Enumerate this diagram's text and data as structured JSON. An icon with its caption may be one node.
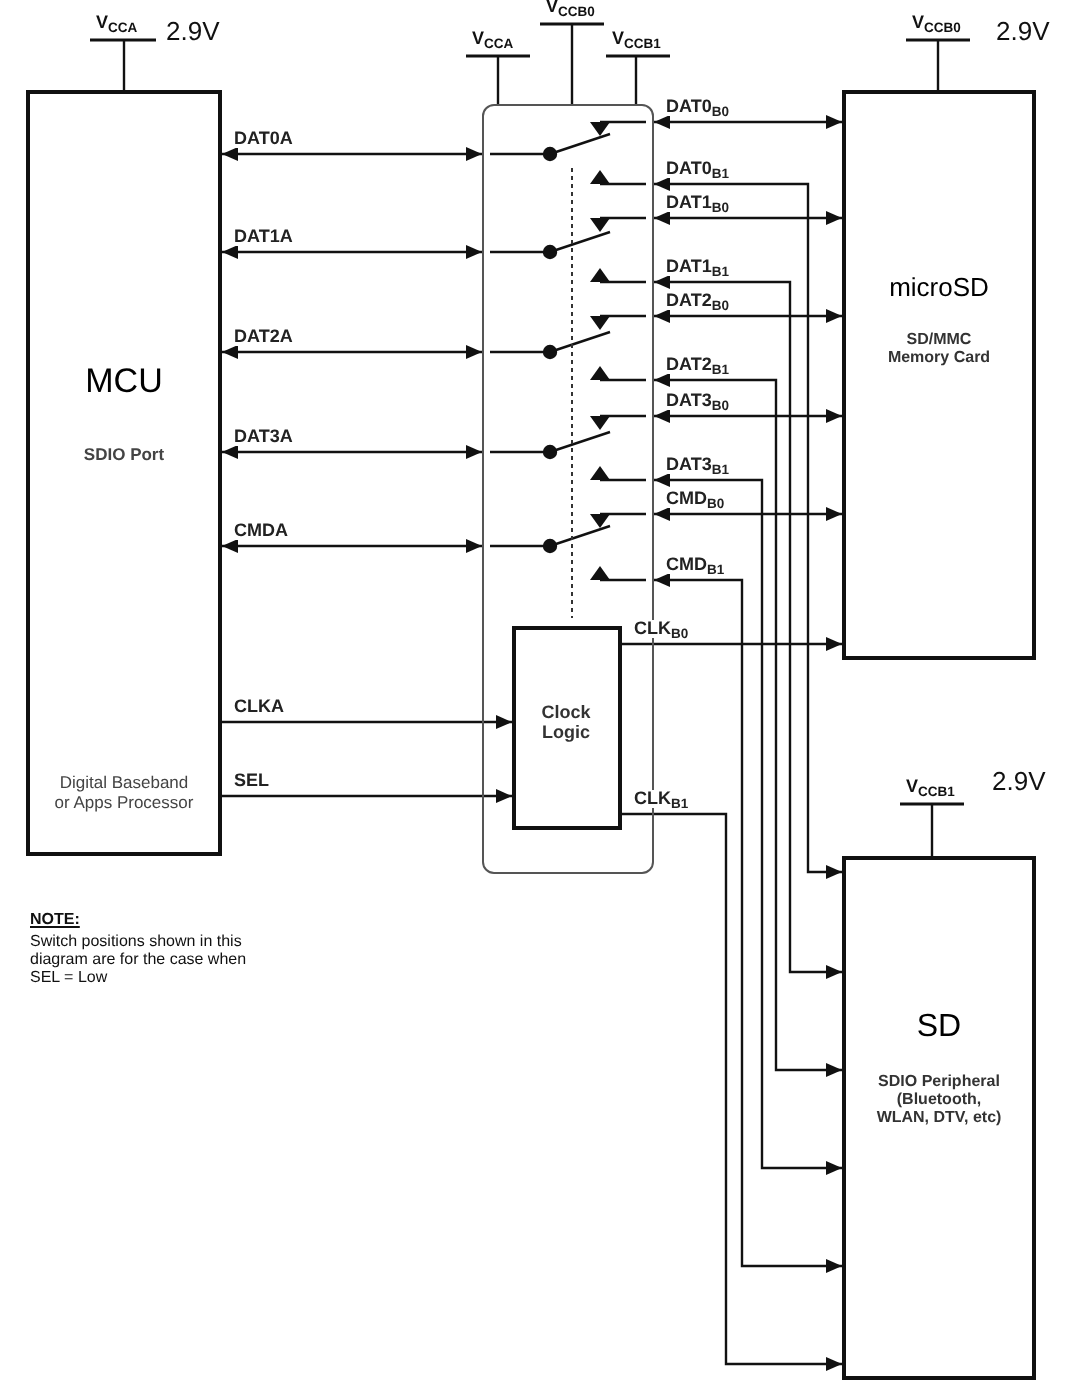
{
  "diagram": {
    "nodes": [
      {
        "text": [
          "MCU",
          "SDIO Port",
          "Digital Baseband or Apps Processor"
        ]
      },
      {
        "text": [
          "microSD",
          "SD/MMC Memory Card"
        ]
      },
      {
        "text": [
          "SD",
          "SDIO Peripheral (Bluetooth, WLAN, DTV, etc)"
        ]
      },
      {
        "text": [],
        "shape": "box"
      },
      {
        "text": [
          "Clock Logic"
        ],
        "in": 3
      }
    ],
    "edges": [
      {
        "from": 0,
        "to": 3,
        "arrow": "both",
        "label": "DAT0A"
      },
      {
        "from": 3,
        "to": 1,
        "arrow": "both",
        "label": "DAT0$_{B0}$"
      },
      {
        "from": 3,
        "to": 2,
        "arrow": "both",
        "label": "DAT0$_{B1}$"
      },
      {
        "from": 0,
        "to": 3,
        "arrow": "both",
        "label": "DAT1A"
      },
      {
        "from": 3,
        "to": 1,
        "arrow": "both",
        "label": "DAT1$_{B0}$"
      },
      {
        "from": 3,
        "to": 2,
        "arrow": "both",
        "label": "DAT1$_{B1}$"
      },
      {
        "from": 0,
        "to": 3,
        "arrow": "both",
        "label": "DAT2A"
      },
      {
        "from": 3,
        "to": 1,
        "arrow": "both",
        "label": "DAT2$_{B0}$"
      },
      {
        "from": 3,
        "to": 2,
        "arrow": "both",
        "label": "DAT2$_{B1}$"
      },
      {
        "from": 0,
        "to": 3,
        "arrow": "both",
        "label": "DAT3A"
      },
      {
        "from": 3,
        "to": 1,
        "arrow": "both",
        "label": "DAT3$_{B0}$"
      },
      {
        "from": 3,
        "to": 2,
        "arrow": "both",
        "label": "DAT3$_{B1}$"
      },
      {
        "from": 0,
        "to": 3,
        "arrow": "both",
        "label": "CMDA"
      },
      {
        "from": 3,
        "to": 1,
        "arrow": "both",
        "label": "CMD$_{B0}$"
      },
      {
        "from": 3,
        "to": 2,
        "arrow": "both",
        "label": "CMD$_{B1}$"
      },
      {
        "from": 0,
        "to": 4,
        "arrow": "to",
        "label": "CLKA"
      },
      {
        "from": 0,
        "to": 4,
        "arrow": "to",
        "label": "SEL"
      },
      {
        "from": 4,
        "to": 1,
        "arrow": "to",
        "label": "CLK$_{B0}$"
      },
      {
        "from": 4,
        "to": 2,
        "arrow": "to",
        "label": "CLK$_{B1}$"
      }
    ],
    "labels": [
      "V$_{CCA}$",
      "2.9V",
      "V$_{CCA}$",
      "V$_{CCB0}$",
      "V$_{CCB1}$",
      "V$_{CCB0}$",
      "2.9V",
      "V$_{CCB1}$",
      "2.9V",
      "NOTE:",
      "Switch positions shown in this diagram are for the case when SEL = Low"
    ]
  }
}
